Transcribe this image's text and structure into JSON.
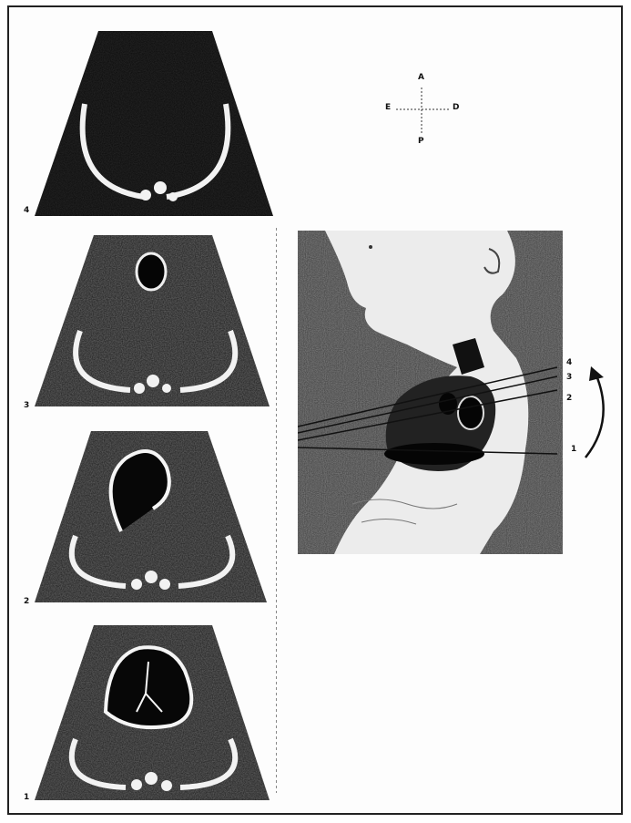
{
  "panels": [
    {
      "label": "4"
    },
    {
      "label": "3"
    },
    {
      "label": "2"
    },
    {
      "label": "1"
    }
  ],
  "compass": {
    "top": "A",
    "left": "E",
    "right": "D",
    "bottom": "P"
  },
  "side_view": {
    "plane_labels": [
      "4",
      "3",
      "2",
      "1"
    ]
  }
}
